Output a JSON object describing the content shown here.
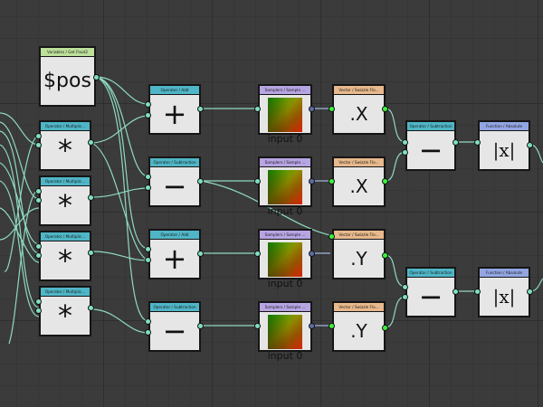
{
  "colors": {
    "canvas_bg": "#3b3b3b",
    "wire": "#8fd9c0",
    "header_variable": "#bde09a",
    "header_operator": "#4fb6c7",
    "header_sampler": "#b7a4e3",
    "header_swizzle": "#e8b98c",
    "header_function": "#93a6e3",
    "pin_float": "#7fe0c0",
    "pin_vector": "#3cf23c",
    "pin_texture": "#5a6ea0"
  },
  "nodes": {
    "pos": {
      "header": "Variables / Get Float2",
      "value": "$pos"
    },
    "mul1": {
      "header": "Operator / Multiplic...",
      "symbol": "*"
    },
    "mul2": {
      "header": "Operator / Multiplic...",
      "symbol": "*"
    },
    "mul3": {
      "header": "Operator / Multiplic...",
      "symbol": "*"
    },
    "mul4": {
      "header": "Operator / Multiplic...",
      "symbol": "*"
    },
    "add1": {
      "header": "Operator / Add",
      "symbol": "+"
    },
    "sub1": {
      "header": "Operator / Subtraction",
      "symbol": "−"
    },
    "add2": {
      "header": "Operator / Add",
      "symbol": "+"
    },
    "sub2": {
      "header": "Operator / Subtraction",
      "symbol": "−"
    },
    "smp1": {
      "header": "Samplers / Sample ...",
      "label": "input 0"
    },
    "smp2": {
      "header": "Samplers / Sample ...",
      "label": "input 0"
    },
    "smp3": {
      "header": "Samplers / Sample ...",
      "label": "input 0"
    },
    "smp4": {
      "header": "Samplers / Sample ...",
      "label": "input 0"
    },
    "swz1": {
      "header": "Vector / Swizzle Flo...",
      "value": ".X"
    },
    "swz2": {
      "header": "Vector / Swizzle Flo...",
      "value": ".X"
    },
    "swz3": {
      "header": "Vector / Swizzle Flo...",
      "value": ".Y"
    },
    "swz4": {
      "header": "Vector / Swizzle Flo...",
      "value": ".Y"
    },
    "subA": {
      "header": "Operator / Subtraction",
      "symbol": "−"
    },
    "subB": {
      "header": "Operator / Subtraction",
      "symbol": "−"
    },
    "absA": {
      "header": "Function / Absolute",
      "symbol": "|x|"
    },
    "absB": {
      "header": "Function / Absolute",
      "symbol": "|x|"
    }
  }
}
